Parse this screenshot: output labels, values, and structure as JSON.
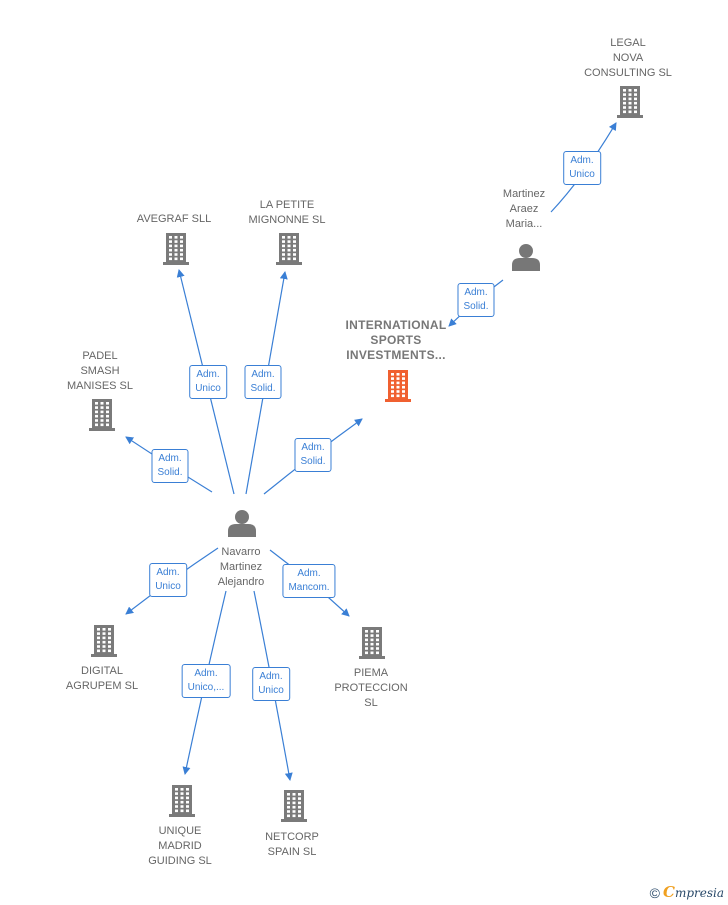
{
  "colors": {
    "edge": "#3a7fd5",
    "building": "#7a7a7a",
    "main_building": "#f06030",
    "person": "#777777"
  },
  "nodes": {
    "legal_nova": {
      "label": [
        "LEGAL",
        "NOVA",
        "CONSULTING SL"
      ],
      "icon": "building-icon"
    },
    "martinez_araez": {
      "label": [
        "Martinez",
        "Araez",
        "Maria..."
      ],
      "icon": "person-icon"
    },
    "international_sports": {
      "label": [
        "INTERNATIONAL",
        "SPORTS",
        "INVESTMENTS..."
      ],
      "icon": "building-icon-highlight"
    },
    "avegraf": {
      "label": [
        "AVEGRAF SLL"
      ],
      "icon": "building-icon"
    },
    "la_petite": {
      "label": [
        "LA PETITE",
        "MIGNONNE SL"
      ],
      "icon": "building-icon"
    },
    "padel_smash": {
      "label": [
        "PADEL",
        "SMASH",
        "MANISES  SL"
      ],
      "icon": "building-icon"
    },
    "navarro": {
      "label": [
        "Navarro",
        "Martinez",
        "Alejandro"
      ],
      "icon": "person-icon"
    },
    "digital_agrupem": {
      "label": [
        "DIGITAL",
        "AGRUPEM  SL"
      ],
      "icon": "building-icon"
    },
    "piema": {
      "label": [
        "PIEMA",
        "PROTECCION",
        "SL"
      ],
      "icon": "building-icon"
    },
    "unique_madrid": {
      "label": [
        "UNIQUE",
        "MADRID",
        "GUIDING  SL"
      ],
      "icon": "building-icon"
    },
    "netcorp": {
      "label": [
        "NETCORP",
        "SPAIN  SL"
      ],
      "icon": "building-icon"
    }
  },
  "edges": [
    {
      "from": "martinez_araez",
      "to": "legal_nova",
      "label": [
        "Adm.",
        "Unico"
      ]
    },
    {
      "from": "martinez_araez",
      "to": "international_sports",
      "label": [
        "Adm.",
        "Solid."
      ]
    },
    {
      "from": "navarro",
      "to": "avegraf",
      "label": [
        "Adm.",
        "Unico"
      ]
    },
    {
      "from": "navarro",
      "to": "la_petite",
      "label": [
        "Adm.",
        "Solid."
      ]
    },
    {
      "from": "navarro",
      "to": "padel_smash",
      "label": [
        "Adm.",
        "Solid."
      ]
    },
    {
      "from": "navarro",
      "to": "international_sports",
      "label": [
        "Adm.",
        "Solid."
      ]
    },
    {
      "from": "navarro",
      "to": "digital_agrupem",
      "label": [
        "Adm.",
        "Unico"
      ]
    },
    {
      "from": "navarro",
      "to": "piema",
      "label": [
        "Adm.",
        "Mancom."
      ]
    },
    {
      "from": "navarro",
      "to": "unique_madrid",
      "label": [
        "Adm.",
        "Unico,..."
      ]
    },
    {
      "from": "navarro",
      "to": "netcorp",
      "label": [
        "Adm.",
        "Unico"
      ]
    }
  ],
  "footer": {
    "copyright": "©",
    "brand_first": "C",
    "brand_rest": "mpresia"
  }
}
